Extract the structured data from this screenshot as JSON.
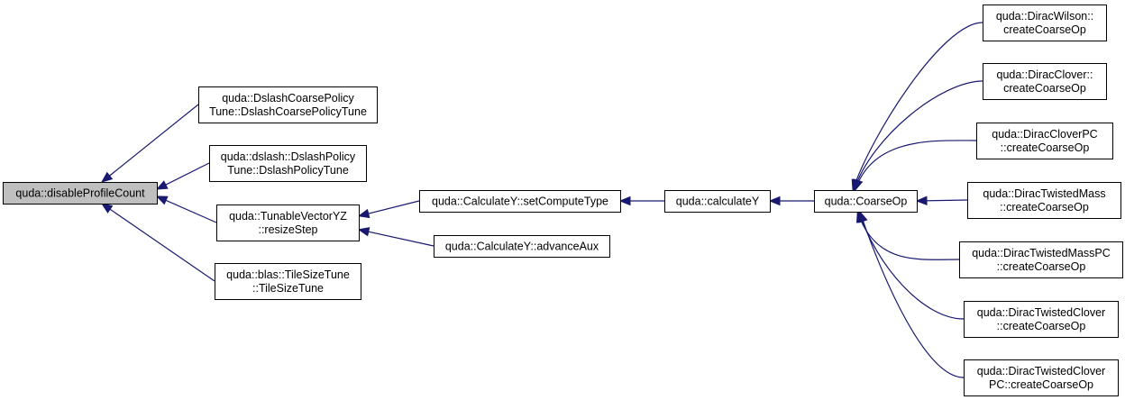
{
  "graph": {
    "nodes": {
      "disableProfileCount": {
        "lines": [
          "quda::disableProfileCount"
        ],
        "highlighted": true
      },
      "dslashCoarsePolicyTune": {
        "lines": [
          "quda::DslashCoarsePolicy",
          "Tune::DslashCoarsePolicyTune"
        ]
      },
      "dslashPolicyTune": {
        "lines": [
          "quda::dslash::DslashPolicy",
          "Tune::DslashPolicyTune"
        ]
      },
      "tunableVectorYZ": {
        "lines": [
          "quda::TunableVectorYZ",
          "::resizeStep"
        ]
      },
      "tileSizeTune": {
        "lines": [
          "quda::blas::TileSizeTune",
          "::TileSizeTune"
        ]
      },
      "setComputeType": {
        "lines": [
          "quda::CalculateY::setComputeType"
        ]
      },
      "advanceAux": {
        "lines": [
          "quda::CalculateY::advanceAux"
        ]
      },
      "calculateY": {
        "lines": [
          "quda::calculateY"
        ]
      },
      "coarseOp": {
        "lines": [
          "quda::CoarseOp"
        ]
      },
      "diracWilson": {
        "lines": [
          "quda::DiracWilson::",
          "createCoarseOp"
        ]
      },
      "diracClover": {
        "lines": [
          "quda::DiracClover::",
          "createCoarseOp"
        ]
      },
      "diracCloverPC": {
        "lines": [
          "quda::DiracCloverPC",
          "::createCoarseOp"
        ]
      },
      "diracTwistedMass": {
        "lines": [
          "quda::DiracTwistedMass",
          "::createCoarseOp"
        ]
      },
      "diracTwistedMassPC": {
        "lines": [
          "quda::DiracTwistedMassPC",
          "::createCoarseOp"
        ]
      },
      "diracTwistedClover": {
        "lines": [
          "quda::DiracTwistedClover",
          "::createCoarseOp"
        ]
      },
      "diracTwistedCloverPC": {
        "lines": [
          "quda::DiracTwistedClover",
          "PC::createCoarseOp"
        ]
      }
    },
    "edges": [
      {
        "from": "dslashCoarsePolicyTune",
        "to": "disableProfileCount"
      },
      {
        "from": "dslashPolicyTune",
        "to": "disableProfileCount"
      },
      {
        "from": "tunableVectorYZ",
        "to": "disableProfileCount"
      },
      {
        "from": "tileSizeTune",
        "to": "disableProfileCount"
      },
      {
        "from": "setComputeType",
        "to": "tunableVectorYZ"
      },
      {
        "from": "advanceAux",
        "to": "tunableVectorYZ"
      },
      {
        "from": "calculateY",
        "to": "setComputeType"
      },
      {
        "from": "coarseOp",
        "to": "calculateY"
      },
      {
        "from": "diracWilson",
        "to": "coarseOp"
      },
      {
        "from": "diracClover",
        "to": "coarseOp"
      },
      {
        "from": "diracCloverPC",
        "to": "coarseOp"
      },
      {
        "from": "diracTwistedMass",
        "to": "coarseOp"
      },
      {
        "from": "diracTwistedMassPC",
        "to": "coarseOp"
      },
      {
        "from": "diracTwistedClover",
        "to": "coarseOp"
      },
      {
        "from": "diracTwistedCloverPC",
        "to": "coarseOp"
      }
    ],
    "colors": {
      "edge": "#191970",
      "highlighted_fill": "#bfbfbf",
      "fill": "#ffffff",
      "border": "#000000"
    }
  }
}
